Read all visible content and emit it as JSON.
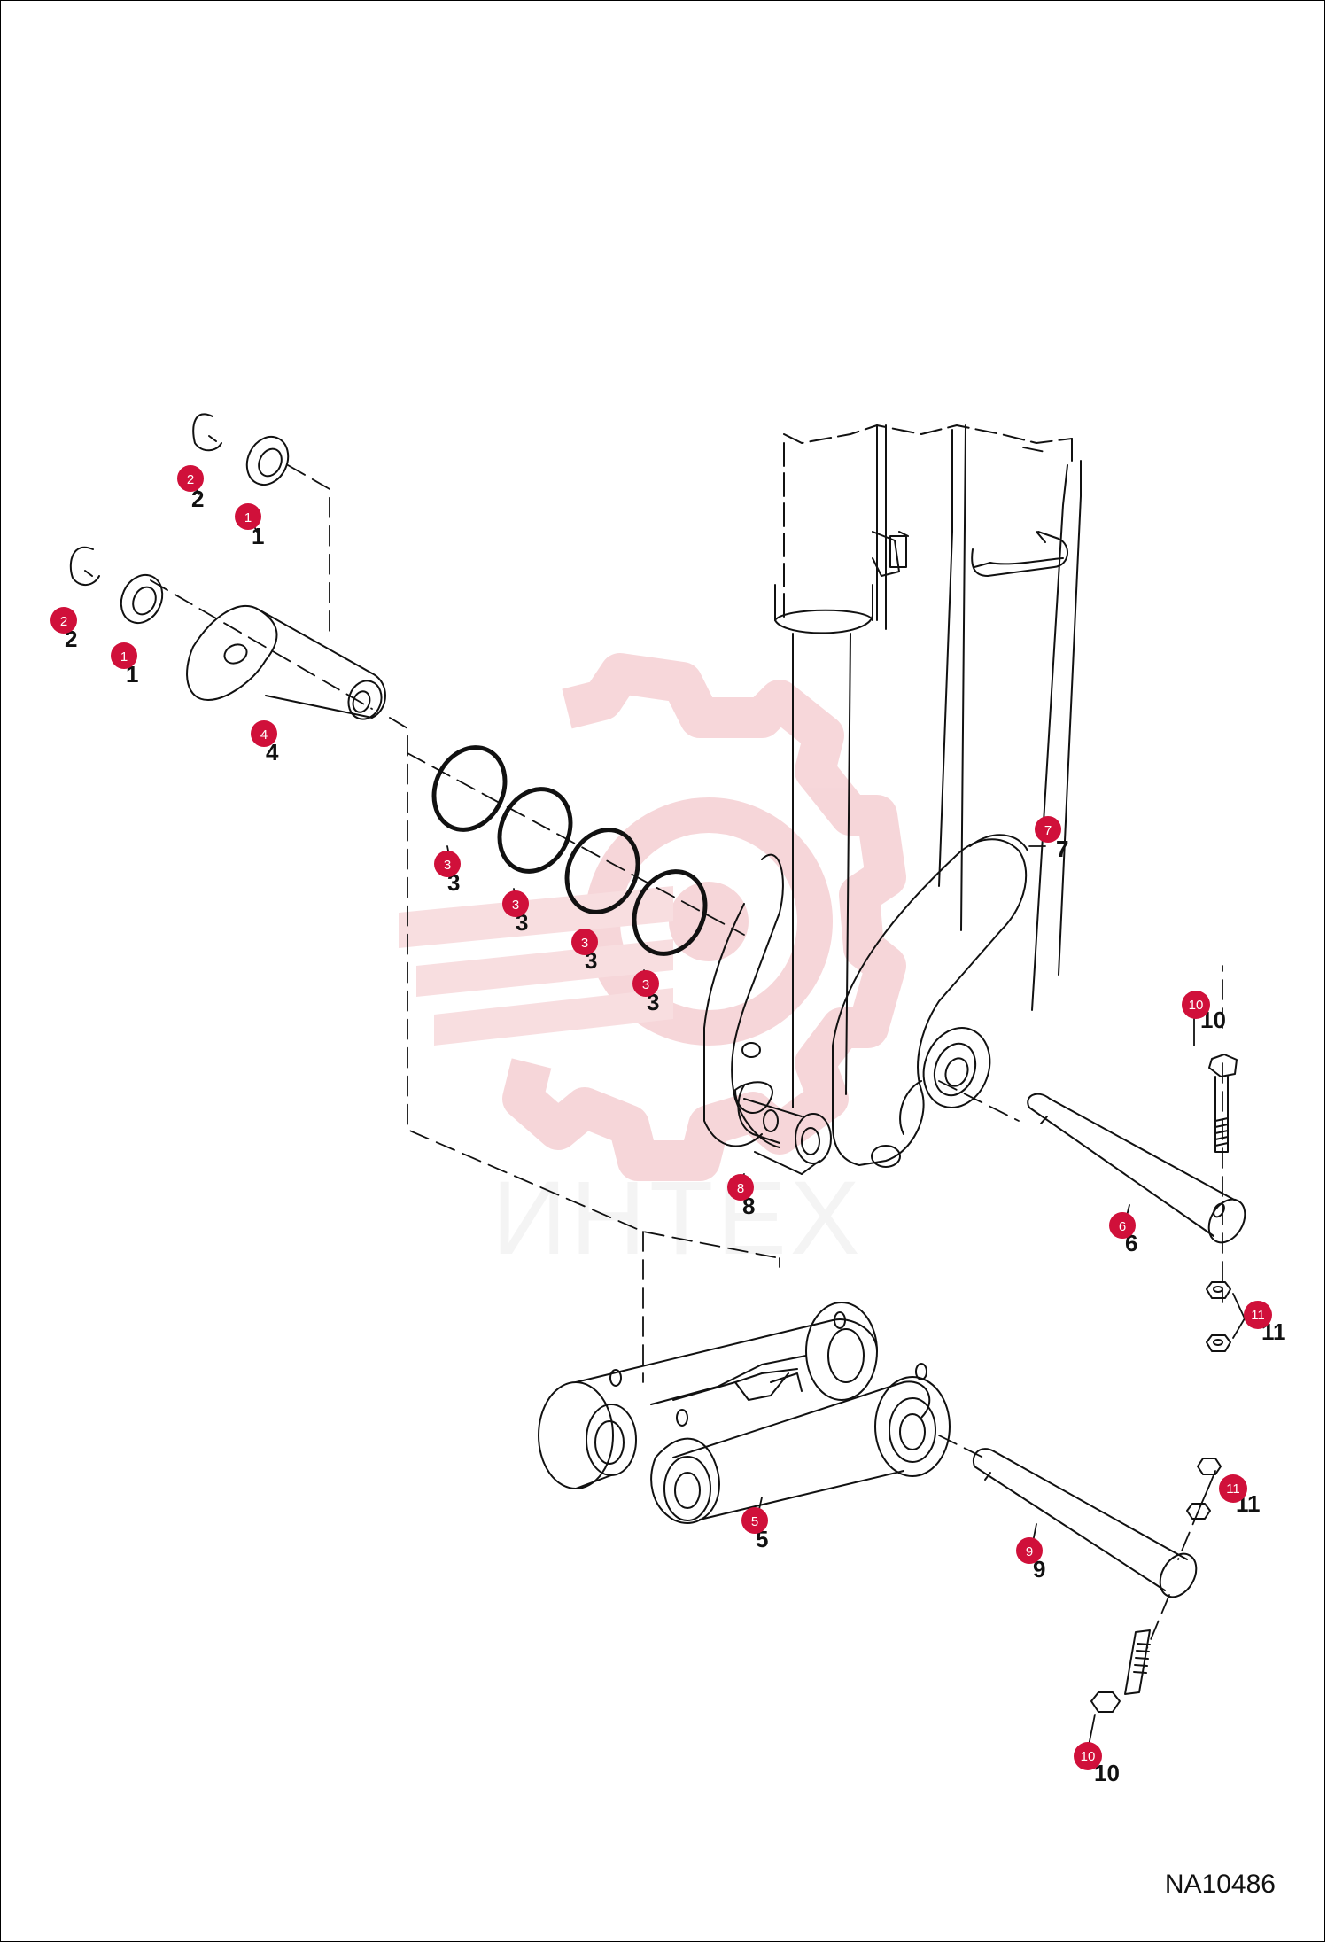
{
  "drawing_code": "NA10486",
  "watermark_text": "ИНТЕХ",
  "colors": {
    "badge": "#d0103a",
    "line": "#111111",
    "watermark": "#f4c9cc"
  },
  "callouts": [
    {
      "id": "c2a",
      "badge": "2",
      "ref": "2"
    },
    {
      "id": "c1a",
      "badge": "1",
      "ref": "1"
    },
    {
      "id": "c2b",
      "badge": "2",
      "ref": "2"
    },
    {
      "id": "c1b",
      "badge": "1",
      "ref": "1"
    },
    {
      "id": "c4",
      "badge": "4",
      "ref": "4"
    },
    {
      "id": "c3a",
      "badge": "3",
      "ref": "3"
    },
    {
      "id": "c3b",
      "badge": "3",
      "ref": "3"
    },
    {
      "id": "c3c",
      "badge": "3",
      "ref": "3"
    },
    {
      "id": "c3d",
      "badge": "3",
      "ref": "3"
    },
    {
      "id": "c7",
      "badge": "7",
      "ref": "7"
    },
    {
      "id": "c8",
      "badge": "8",
      "ref": "8"
    },
    {
      "id": "c10a",
      "badge": "10",
      "ref": "10"
    },
    {
      "id": "c6",
      "badge": "6",
      "ref": "6"
    },
    {
      "id": "c11a",
      "badge": "11",
      "ref": "11"
    },
    {
      "id": "c5",
      "badge": "5",
      "ref": "5"
    },
    {
      "id": "c11b",
      "badge": "11",
      "ref": "11"
    },
    {
      "id": "c9",
      "badge": "9",
      "ref": "9"
    },
    {
      "id": "c10b",
      "badge": "10",
      "ref": "10"
    }
  ]
}
